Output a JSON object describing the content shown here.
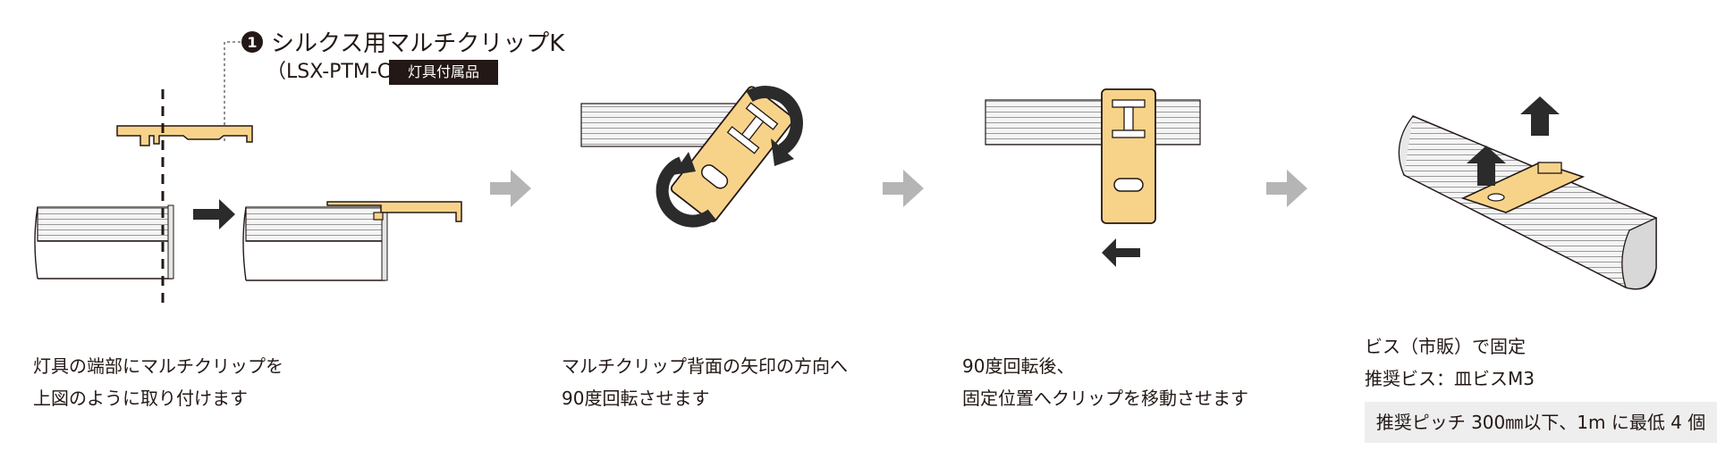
{
  "callout": {
    "number": "1",
    "title": "シルクス用マルチクリップK",
    "model": "（LSX-PTM-C）",
    "badge": "灯具付属品"
  },
  "steps": [
    {
      "caption_lines": [
        "灯具の端部にマルチクリップを",
        "上図のように取り付けます"
      ]
    },
    {
      "caption_lines": [
        "マルチクリップ背面の矢印の方向へ",
        "90度回転させます"
      ]
    },
    {
      "caption_lines": [
        "90度回転後、",
        "固定位置へクリップを移動させます"
      ]
    },
    {
      "caption_lines": [
        "ビス（市販）で固定",
        "推奨ビス：皿ビスM3"
      ]
    }
  ],
  "note": "推奨ピッチ 300㎜以下、1m に最低 4 個",
  "colors": {
    "clip": "#F7D38A",
    "outline": "#231815",
    "rail": "#f4f4f4",
    "arrow_dark": "#2b2b2b",
    "arrow_light": "#b5b5b5",
    "note_bg": "#eeeeee"
  },
  "icons": {
    "step_arrow": "chevron-right-arrow-icon",
    "push_arrow": "right-arrow-icon",
    "rotate_arrow": "circular-arrow-icon",
    "slide_arrow": "left-arrow-icon",
    "lift_arrow": "up-arrow-icon"
  }
}
